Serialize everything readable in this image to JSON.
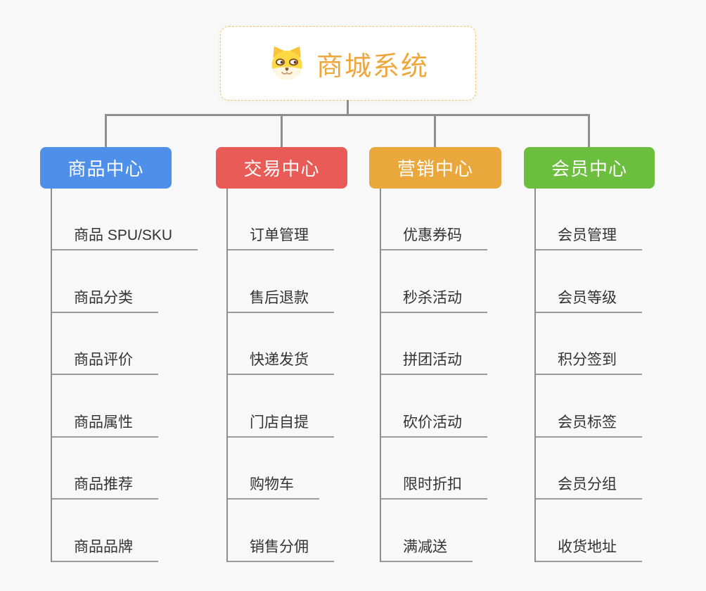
{
  "page": {
    "background": "#f7f8f7",
    "connector_color": "#8f8f8f",
    "underline_color": "#9b9b9b"
  },
  "root": {
    "label": "商城系统",
    "icon": "dog-face-icon",
    "text_color": "#efa73c",
    "border_color": "#f3c36e"
  },
  "branches": [
    {
      "label": "商品中心",
      "color": "#4e8fe9",
      "children": [
        "商品 SPU/SKU",
        "商品分类",
        "商品评价",
        "商品属性",
        "商品推荐",
        "商品品牌"
      ]
    },
    {
      "label": "交易中心",
      "color": "#e85b56",
      "children": [
        "订单管理",
        "售后退款",
        "快递发货",
        "门店自提",
        "购物车",
        "销售分佣"
      ]
    },
    {
      "label": "营销中心",
      "color": "#eaa73c",
      "children": [
        "优惠券码",
        "秒杀活动",
        "拼团活动",
        "砍价活动",
        "限时折扣",
        "满减送"
      ]
    },
    {
      "label": "会员中心",
      "color": "#6cbf3e",
      "children": [
        "会员管理",
        "会员等级",
        "积分签到",
        "会员标签",
        "会员分组",
        "收货地址"
      ]
    }
  ]
}
